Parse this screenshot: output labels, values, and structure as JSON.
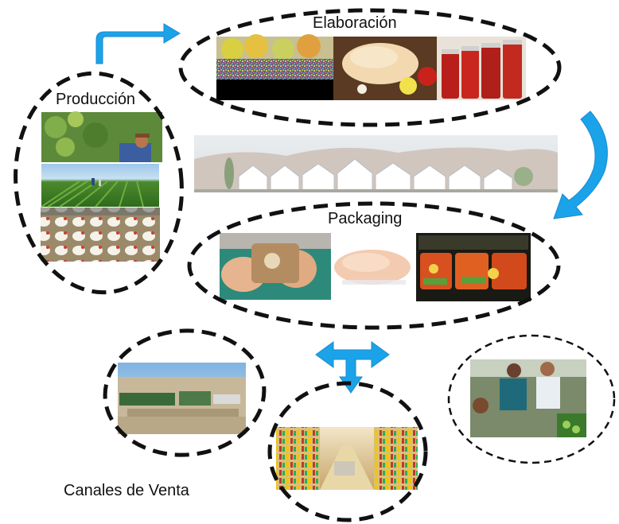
{
  "labels": {
    "produccion": "Producción",
    "elaboracion": "Elaboración",
    "packaging": "Packaging",
    "canales": "Canales de Venta"
  },
  "colors": {
    "arrow": "#1aa3e8",
    "ellipse_stroke": "#111111"
  },
  "photos": [
    {
      "name": "apples-photo",
      "depicts": "apples"
    },
    {
      "name": "raw-chicken-photo",
      "depicts": "raw chicken with vegetables"
    },
    {
      "name": "tomato-jars-photo",
      "depicts": "jars of tomato sauce"
    },
    {
      "name": "orchard-worker-photo",
      "depicts": "worker picking fruit in orchard"
    },
    {
      "name": "crop-field-photo",
      "depicts": "green crop field with workers"
    },
    {
      "name": "chickens-photo",
      "depicts": "white chickens in barn"
    },
    {
      "name": "greenhouse-facility-photo",
      "depicts": "white greenhouse buildings"
    },
    {
      "name": "package-hands-photo",
      "depicts": "hands holding packaged product"
    },
    {
      "name": "packaged-chicken-photo",
      "depicts": "vacuum packed chicken"
    },
    {
      "name": "salad-trays-photo",
      "depicts": "salad trays with vegetables"
    },
    {
      "name": "warehouse-aerial-photo",
      "depicts": "aerial view of distribution buildings"
    },
    {
      "name": "supermarket-aisle-photo",
      "depicts": "supermarket aisle with cart"
    },
    {
      "name": "market-vendor-photo",
      "depicts": "people at a vegetable market"
    }
  ]
}
